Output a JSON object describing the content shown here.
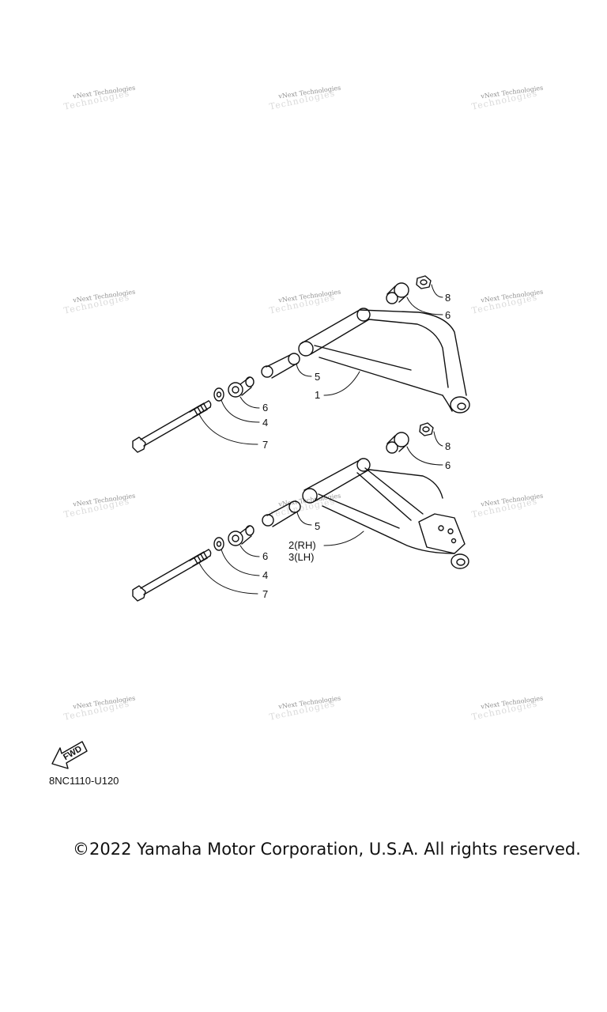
{
  "watermark": {
    "line1": "vNext Technologies",
    "line2": "Technologies"
  },
  "callouts_upper": {
    "c8": "8",
    "c6a": "6",
    "c5": "5",
    "c1": "1",
    "c6b": "6",
    "c4": "4",
    "c7": "7"
  },
  "callouts_lower": {
    "c8": "8",
    "c6a": "6",
    "c5": "5",
    "c2": "2(RH)",
    "c3": "3(LH)",
    "c6b": "6",
    "c4": "4",
    "c7": "7"
  },
  "fwd_label": "FWD",
  "diagram_code": "8NC1110-U120",
  "copyright": "©2022 Yamaha Motor Corporation, U.S.A. All rights reserved."
}
